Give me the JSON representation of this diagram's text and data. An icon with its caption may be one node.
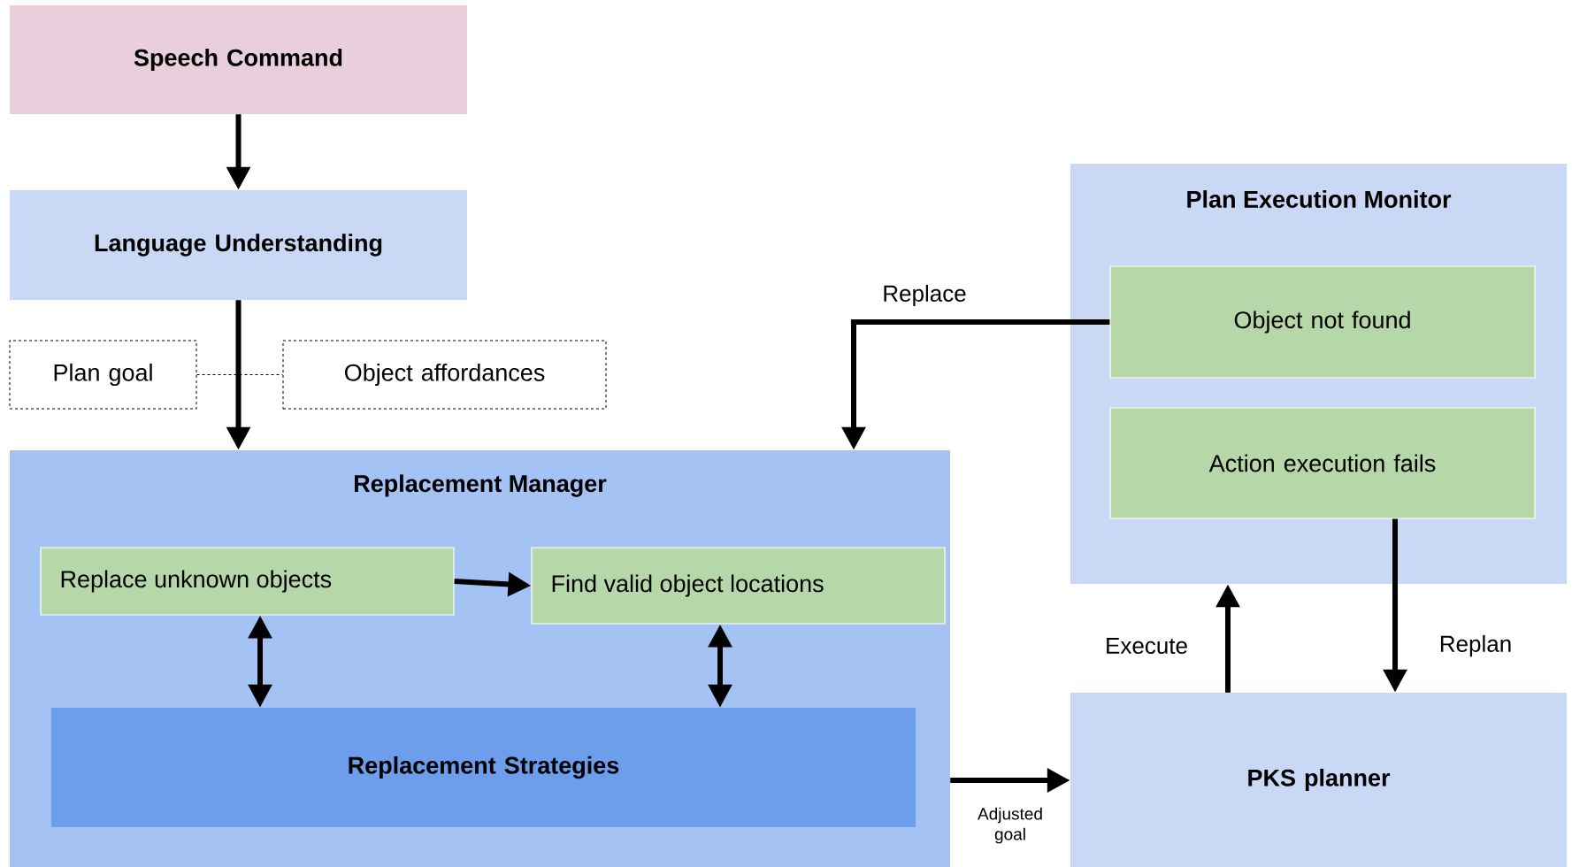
{
  "diagram": {
    "nodes": [
      {
        "text": [
          "Speech Command"
        ]
      },
      {
        "text": [
          "Language Understanding"
        ]
      },
      {
        "text": [
          "Plan goal"
        ]
      },
      {
        "text": [
          "Object affordances"
        ]
      },
      {
        "text": [
          "Replacement Manager"
        ]
      },
      {
        "text": [
          "Replace unknown objects"
        ],
        "in": 4
      },
      {
        "text": [
          "Find valid object locations"
        ],
        "in": 4
      },
      {
        "text": [
          "Replacement Strategies"
        ],
        "in": 4
      },
      {
        "text": [
          "Plan Execution Monitor"
        ]
      },
      {
        "text": [
          "Object not found"
        ],
        "in": 8
      },
      {
        "text": [
          "Action execution fails"
        ],
        "in": 8
      },
      {
        "text": [
          "PKS planner"
        ]
      }
    ],
    "edges": [
      {
        "from": 0,
        "to": 1,
        "arrow": "to"
      },
      {
        "from": 1,
        "to": 4,
        "arrow": "to"
      },
      {
        "from": 2,
        "to": 3,
        "arrow": "none",
        "style": "dashed"
      },
      {
        "from": 9,
        "to": 4,
        "arrow": "to",
        "label": "Replace"
      },
      {
        "from": 5,
        "to": 6,
        "arrow": "to"
      },
      {
        "from": 5,
        "to": 7,
        "arrow": "both"
      },
      {
        "from": 6,
        "to": 7,
        "arrow": "both"
      },
      {
        "from": 4,
        "to": 11,
        "arrow": "to",
        "label": "Adjusted goal"
      },
      {
        "from": 11,
        "to": 8,
        "arrow": "to",
        "label": "Execute"
      },
      {
        "from": 10,
        "to": 11,
        "arrow": "to",
        "label": "Replan"
      }
    ]
  }
}
